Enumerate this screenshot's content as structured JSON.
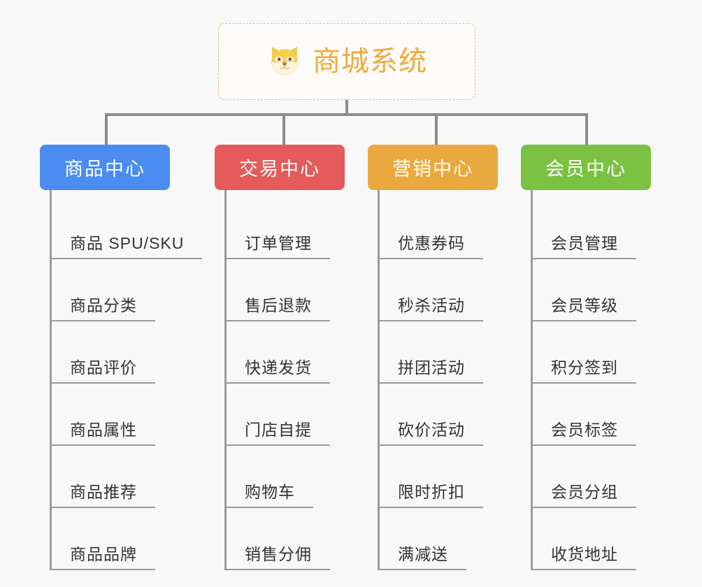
{
  "diagram": {
    "root": {
      "title": "商城系统",
      "icon": "shiba-dog-face-icon",
      "accent_color": "#efab3a",
      "border_color": "#e8b86a"
    },
    "connector_color": "#8c8c8c",
    "background_color": "#f8f8f9",
    "branches": [
      {
        "label": "商品中心",
        "color": "#4a8cf0",
        "items": [
          "商品 SPU/SKU",
          "商品分类",
          "商品评价",
          "商品属性",
          "商品推荐",
          "商品品牌"
        ]
      },
      {
        "label": "交易中心",
        "color": "#e55a5a",
        "items": [
          "订单管理",
          "售后退款",
          "快递发货",
          "门店自提",
          "购物车",
          "销售分佣"
        ]
      },
      {
        "label": "营销中心",
        "color": "#eaa93e",
        "items": [
          "优惠券码",
          "秒杀活动",
          "拼团活动",
          "砍价活动",
          "限时折扣",
          "满减送"
        ]
      },
      {
        "label": "会员中心",
        "color": "#7cc242",
        "items": [
          "会员管理",
          "会员等级",
          "积分签到",
          "会员标签",
          "会员分组",
          "收货地址"
        ]
      }
    ]
  }
}
